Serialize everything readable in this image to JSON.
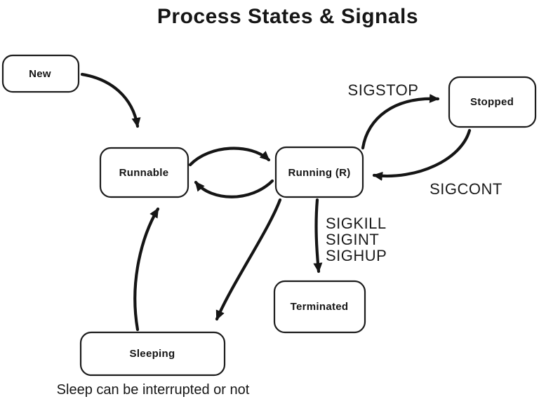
{
  "title": "Process States & Signals",
  "caption": "Sleep can be interrupted or not",
  "colors": {
    "stroke": "#1c1c1c",
    "background": "#ffffff"
  },
  "nodes": {
    "new": {
      "label": "New"
    },
    "runnable": {
      "label": "Runnable"
    },
    "running": {
      "label": "Running (R)"
    },
    "stopped": {
      "label": "Stopped"
    },
    "terminated": {
      "label": "Terminated"
    },
    "sleeping": {
      "label": "Sleeping"
    }
  },
  "signals": {
    "sigstop": "SIGSTOP",
    "sigcont": "SIGCONT",
    "sigkill": "SIGKILL",
    "sigint": "SIGINT",
    "sighup": "SIGHUP"
  },
  "edges": [
    {
      "from": "New",
      "to": "Runnable",
      "label": ""
    },
    {
      "from": "Runnable",
      "to": "Running (R)",
      "label": ""
    },
    {
      "from": "Running (R)",
      "to": "Runnable",
      "label": ""
    },
    {
      "from": "Running (R)",
      "to": "Stopped",
      "label": "SIGSTOP"
    },
    {
      "from": "Stopped",
      "to": "Running (R)",
      "label": "SIGCONT"
    },
    {
      "from": "Running (R)",
      "to": "Terminated",
      "label": "SIGKILL SIGINT SIGHUP"
    },
    {
      "from": "Running (R)",
      "to": "Sleeping",
      "label": ""
    },
    {
      "from": "Sleeping",
      "to": "Runnable",
      "label": ""
    }
  ]
}
